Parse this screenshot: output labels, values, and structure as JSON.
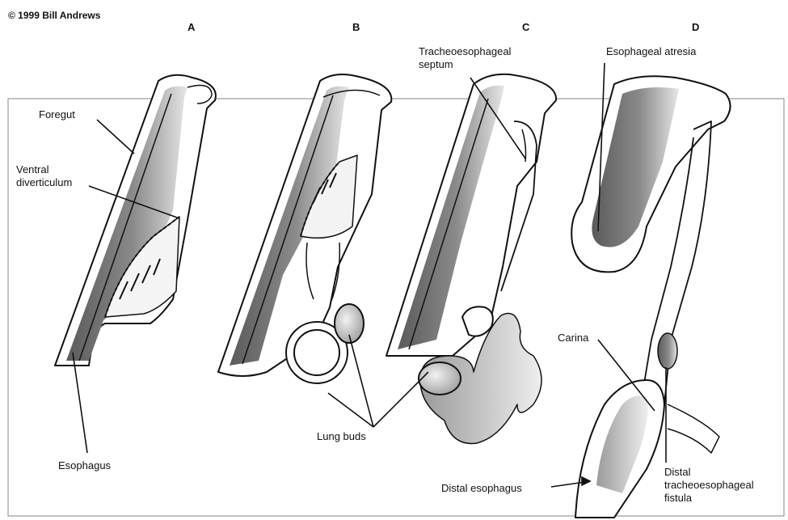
{
  "copyright": "© 1999 Bill Andrews",
  "panels": [
    {
      "letter": "A"
    },
    {
      "letter": "B"
    },
    {
      "letter": "C"
    },
    {
      "letter": "D"
    }
  ],
  "labels": {
    "foregut": "Foregut",
    "ventral_diverticulum_line1": "Ventral",
    "ventral_diverticulum_line2": "diverticulum",
    "esophagus": "Esophagus",
    "lung_buds": "Lung buds",
    "tracheoesophageal_septum_line1": "Tracheoesophageal",
    "tracheoesophageal_septum_line2": "septum",
    "esophageal_atresia": "Esophageal atresia",
    "carina": "Carina",
    "distal_esophagus": "Distal esophagus",
    "distal_fistula_line1": "Distal",
    "distal_fistula_line2": "tracheoesophageal",
    "distal_fistula_line3": "fistula"
  },
  "colors": {
    "lumen_dark": "#6e6e6e",
    "lumen_light": "#d9d9d9",
    "wall": "#ffffff",
    "outline": "#111111",
    "frame": "#999999"
  }
}
